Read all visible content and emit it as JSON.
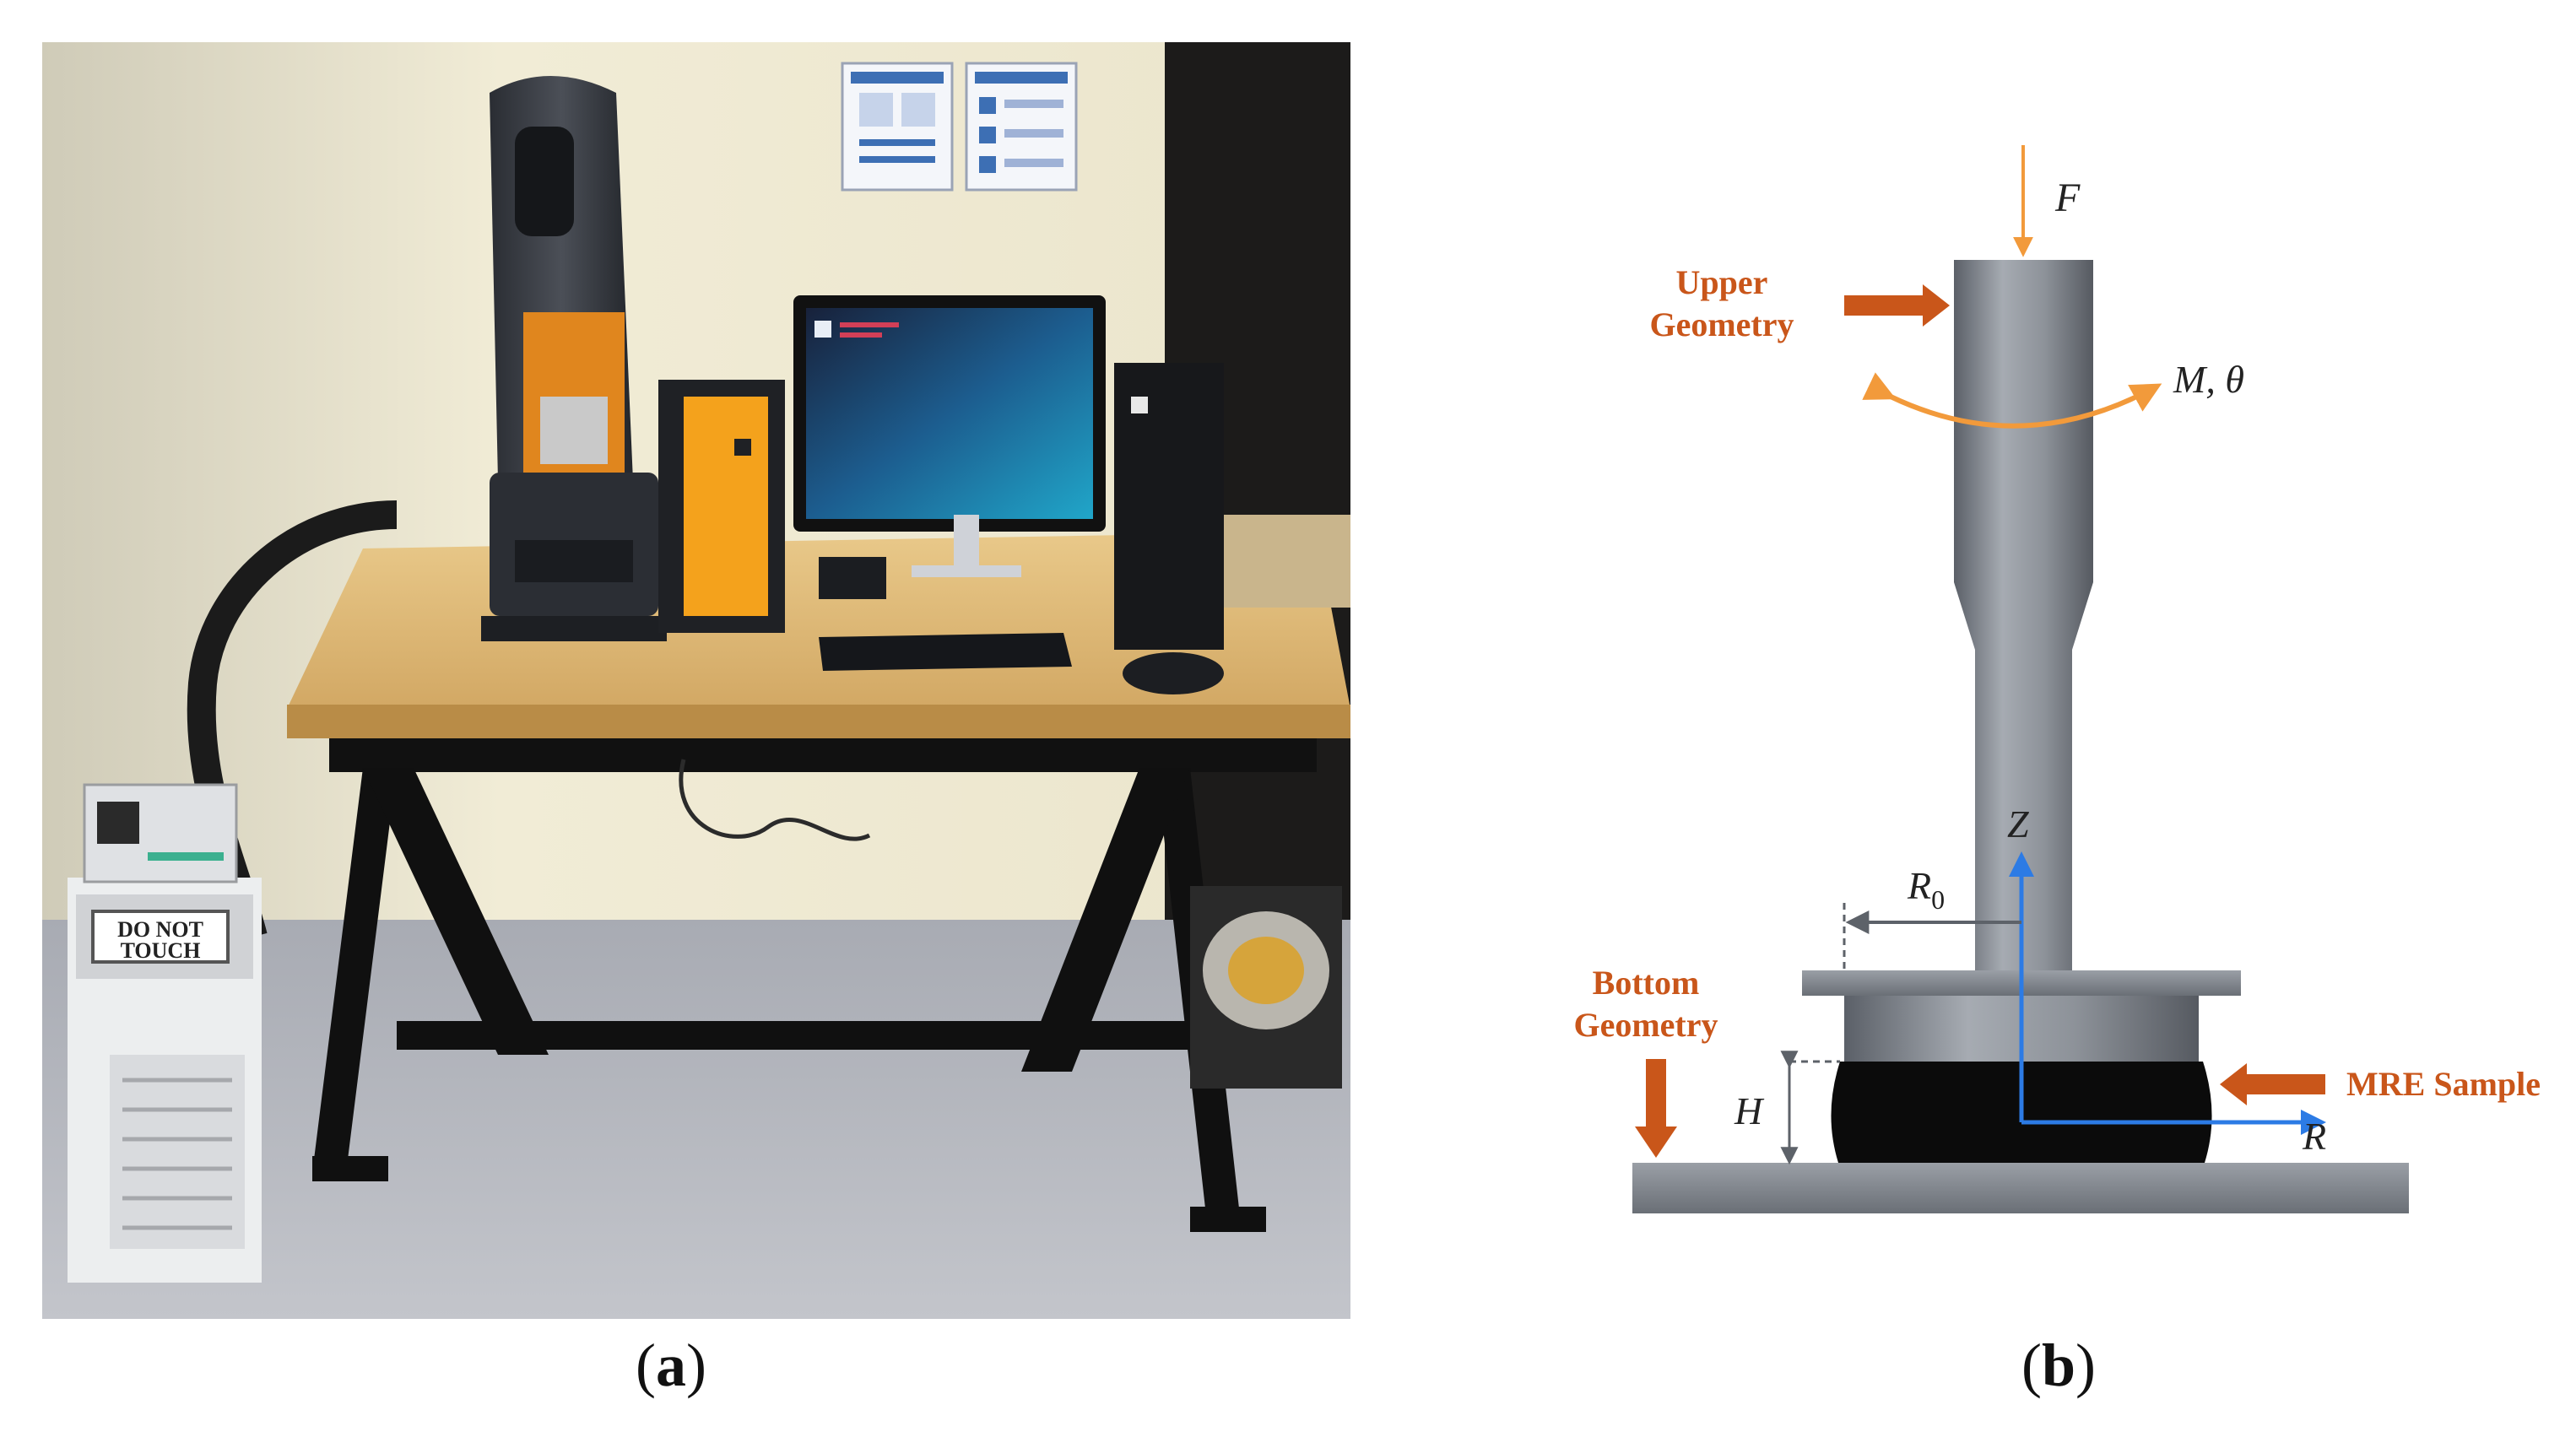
{
  "panels": {
    "a": {
      "caption_open": "(",
      "caption_letter": "a",
      "caption_close": ")"
    },
    "b": {
      "caption_open": "(",
      "caption_letter": "b",
      "caption_close": ")"
    }
  },
  "photo": {
    "sign_line1": "DO NOT",
    "sign_line2": "TOUCH"
  },
  "diagram": {
    "labels": {
      "force": "F",
      "moment": "M, θ",
      "upper_geometry_line1": "Upper",
      "upper_geometry_line2": "Geometry",
      "bottom_geometry_line1": "Bottom",
      "bottom_geometry_line2": "Geometry",
      "mre_sample": "MRE Sample",
      "z_axis": "Z",
      "r_axis": "R",
      "radius": "R",
      "radius_sub": "0",
      "height": "H"
    },
    "colors": {
      "accent_orange": "#c9561a",
      "arrow_orange": "#f29a3b",
      "axis_blue": "#2c7be5",
      "steel": "#80868f"
    }
  }
}
